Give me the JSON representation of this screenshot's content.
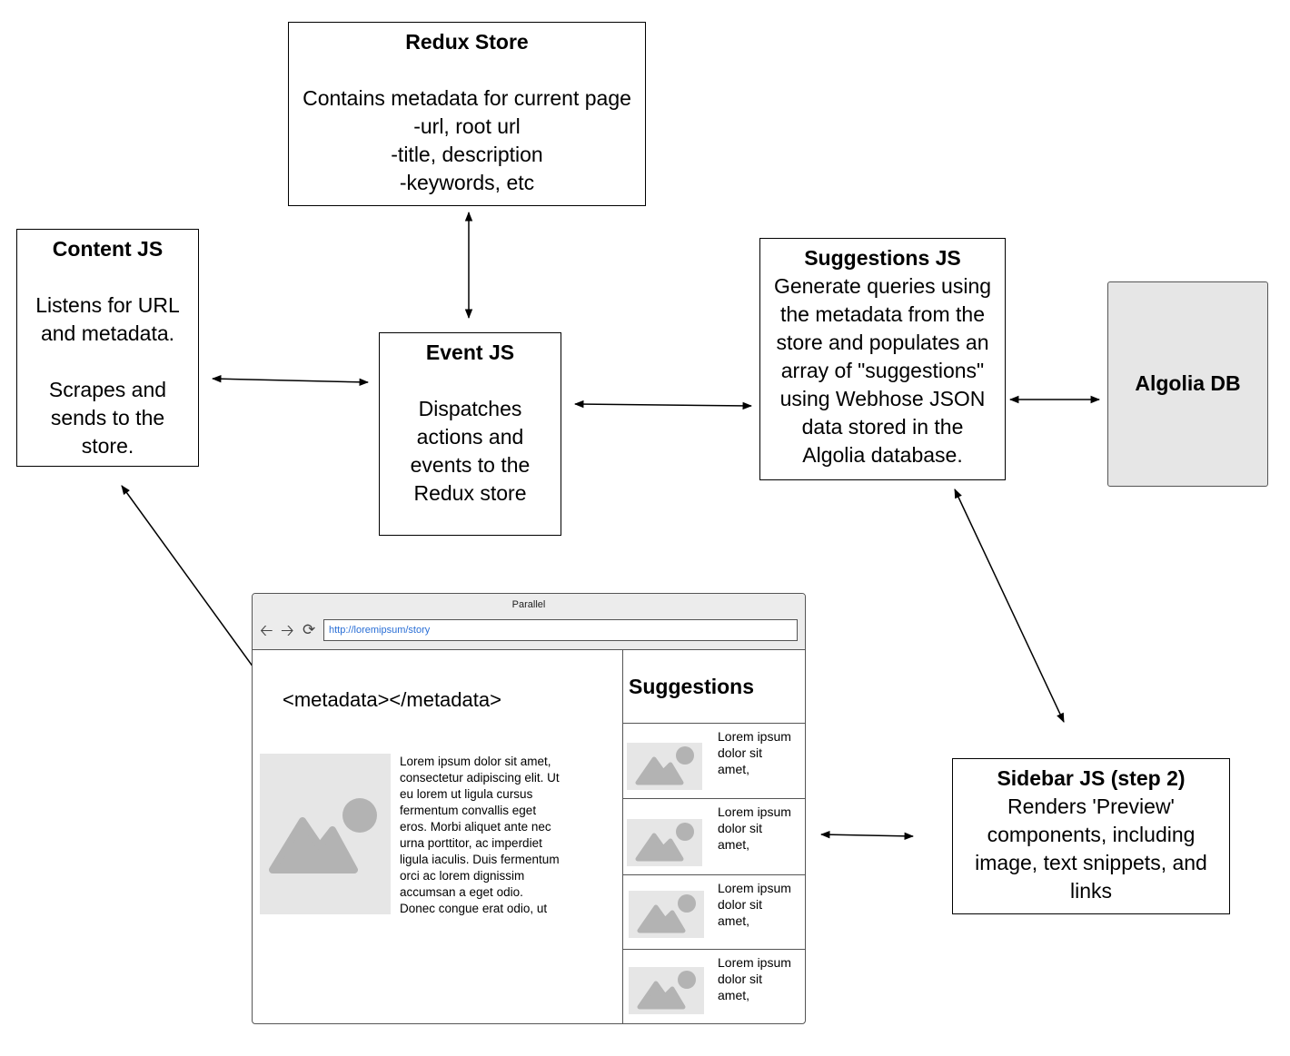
{
  "redux": {
    "title": "Redux Store",
    "lines": [
      "Contains metadata for current page",
      "-url, root url",
      "-title, description",
      "-keywords, etc"
    ]
  },
  "content_js": {
    "title": "Content JS",
    "para1": [
      "Listens for URL",
      "and metadata."
    ],
    "para2": [
      "Scrapes and",
      "sends to the",
      "store."
    ]
  },
  "event_js": {
    "title": "Event JS",
    "lines": [
      "Dispatches",
      "actions and",
      "events to the",
      "Redux store"
    ]
  },
  "suggestions_js": {
    "title": "Suggestions JS",
    "lines": [
      "Generate queries using",
      "the metadata from the",
      "store and populates an",
      "array of \"suggestions\"",
      "using Webhose JSON",
      "data stored in the",
      "Algolia database."
    ]
  },
  "algolia": {
    "title": "Algolia DB"
  },
  "sidebar_js": {
    "title": "Sidebar JS (step 2)",
    "lines": [
      "Renders 'Preview'",
      "components, including",
      "image, text snippets, and",
      "links"
    ]
  },
  "browser": {
    "window_title": "Parallel",
    "url": "http://loremipsum/story",
    "metadata_tag": "<metadata></metadata>",
    "story_lines": [
      "Lorem ipsum dolor sit amet,",
      "consectetur adipiscing elit. Ut",
      "eu lorem ut ligula cursus",
      "fermentum convallis eget",
      "eros. Morbi aliquet ante nec",
      "urna porttitor, ac imperdiet",
      "ligula iaculis. Duis fermentum",
      "orci ac lorem dignissim",
      "accumsan a eget odio.",
      "Donec congue erat odio, ut"
    ],
    "sidebar_heading": "Suggestions",
    "card_lines": [
      "Lorem ipsum",
      "dolor sit",
      "amet,"
    ],
    "icons": {
      "back": "back-arrow-icon",
      "forward": "forward-arrow-icon",
      "reload": "reload-icon",
      "image": "image-placeholder-icon"
    }
  }
}
